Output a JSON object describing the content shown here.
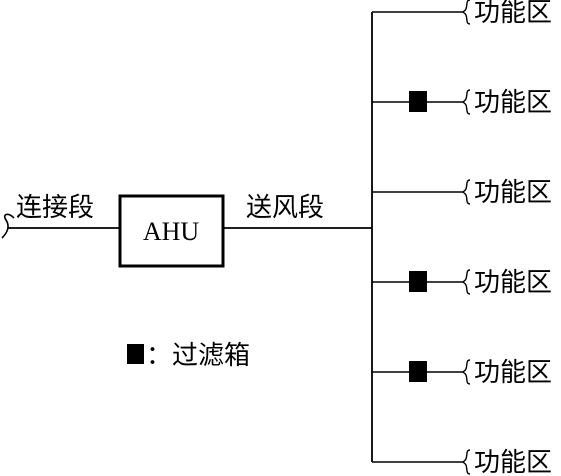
{
  "diagram": {
    "ahu_label": "AHU",
    "inlet_label": "连接段",
    "supply_label": "送风段",
    "legend": {
      "symbol_name": "filter-box-symbol",
      "text": "：过滤箱"
    },
    "zones": [
      {
        "label": "功能区",
        "has_filter": false
      },
      {
        "label": "功能区",
        "has_filter": true
      },
      {
        "label": "功能区",
        "has_filter": false
      },
      {
        "label": "功能区",
        "has_filter": true
      },
      {
        "label": "功能区",
        "has_filter": true
      },
      {
        "label": "功能区",
        "has_filter": false
      }
    ],
    "colors": {
      "line": "#000000",
      "background": "#ffffff"
    }
  }
}
